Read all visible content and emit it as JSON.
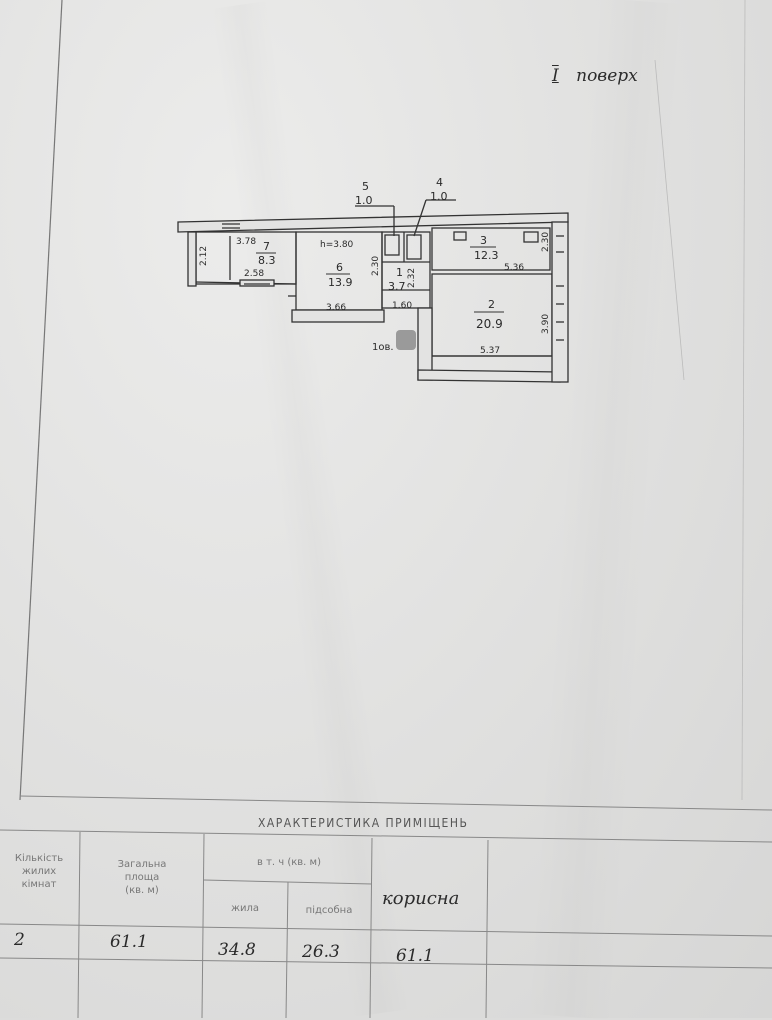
{
  "floor": {
    "number": "I",
    "label": "поверх"
  },
  "plan": {
    "rooms": [
      {
        "num": "1",
        "area": "3.7"
      },
      {
        "num": "2",
        "area": "20.9"
      },
      {
        "num": "3",
        "area": "12.3"
      },
      {
        "num": "4",
        "area": "1.0"
      },
      {
        "num": "5",
        "area": "1.0"
      },
      {
        "num": "6",
        "area": "13.9"
      },
      {
        "num": "7",
        "area": "8.3"
      }
    ],
    "dimensions": [
      "3.78",
      "2.12",
      "2.58",
      "h=3.80",
      "3.66",
      "1.60",
      "2.30",
      "2.32",
      "5.36",
      "5.37",
      "3.90",
      "2.30"
    ],
    "marks": {
      "entrance": "1ов."
    }
  },
  "table": {
    "title": "ХАРАКТЕРИСТИКА ПРИМІЩЕНЬ",
    "headers": {
      "rooms": [
        "Кількість",
        "жилих",
        "кімнат"
      ],
      "total_area": [
        "Загальна",
        "площа",
        "(кв. м)"
      ],
      "incl": "в т. ч (кв. м)",
      "living": "жила",
      "auxiliary": "підсобна",
      "useful": "корисна"
    },
    "values": {
      "rooms": "2",
      "total_area": "61.1",
      "living": "34.8",
      "auxiliary": "26.3",
      "useful": "61.1"
    }
  }
}
